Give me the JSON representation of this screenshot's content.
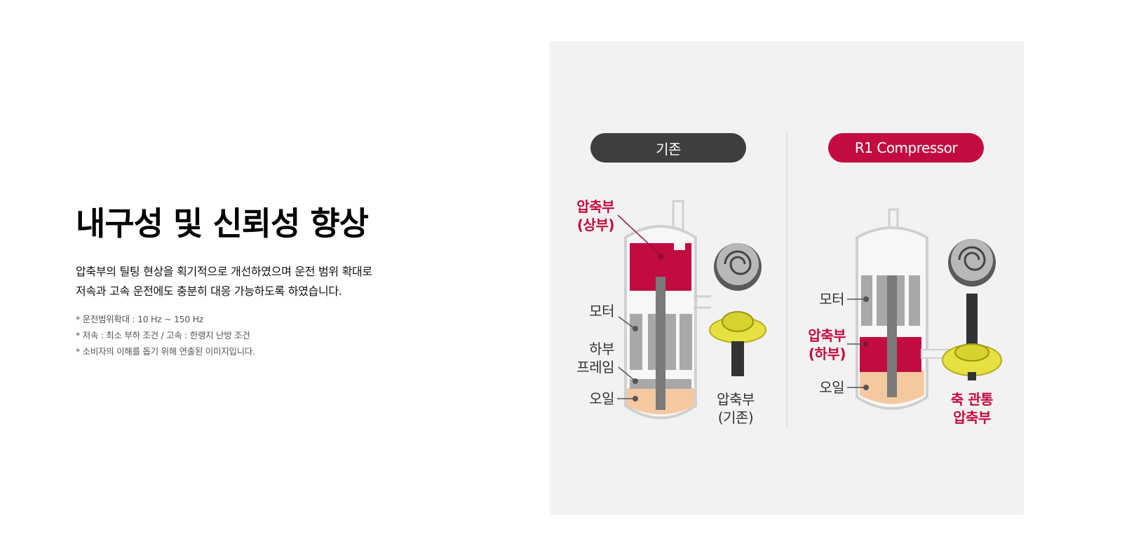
{
  "headline": "내구성 및 신뢰성 향상",
  "description": {
    "line1": "압축부의 틸팅 현상을 획기적으로 개선하였으며 운전 범위 확대로",
    "line2": "저속과 고속 운전에도 충분히 대응 가능하도록 하였습니다."
  },
  "notes": [
    "* 운전범위확대 : 10 Hz ~ 150 Hz",
    "* 저속 : 최소 부하 조건 / 고속 : 한랭지 난방 조건",
    "* 소비자의 이해를 돕기 위해 연출된 이미지입니다."
  ],
  "comparison": {
    "colors": {
      "panel": "#f2f2f2",
      "accent": "#c20c40",
      "dark": "#3e3e3e",
      "oil": "#f5c9a0",
      "motor": "#a8a8a8",
      "shaft": "#7a7a7a",
      "scroll_yellow": "#e6e040"
    },
    "left": {
      "badge": "기존",
      "labels": {
        "compression_upper_1": "압축부",
        "compression_upper_2": "(상부)",
        "motor": "모터",
        "lower_frame_1": "하부",
        "lower_frame_2": "프레임",
        "oil": "오일",
        "part_caption_1": "압축부",
        "part_caption_2": "(기존)"
      }
    },
    "right": {
      "badge": "R1 Compressor",
      "labels": {
        "motor": "모터",
        "compression_lower_1": "압축부",
        "compression_lower_2": "(하부)",
        "oil": "오일",
        "part_caption_1": "축 관통",
        "part_caption_2": "압축부"
      }
    }
  }
}
